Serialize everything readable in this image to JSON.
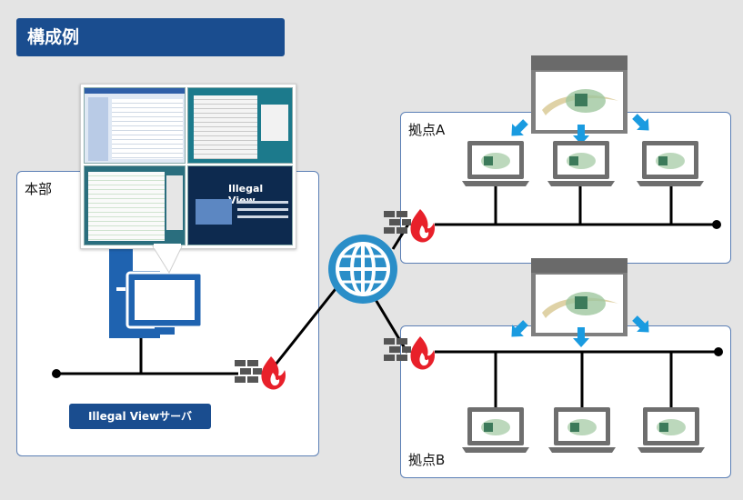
{
  "title": "構成例",
  "sites": {
    "hq": {
      "label": "本部"
    },
    "branch_a": {
      "label": "拠点A"
    },
    "branch_b": {
      "label": "拠点B"
    }
  },
  "server": {
    "label": "Illegal Viewサーバ"
  },
  "product": {
    "name": "Illegal View"
  },
  "colors": {
    "title_bg": "#1a4d8f",
    "box_border": "#5b7fb5",
    "pc_blue": "#1f63b0",
    "globe": "#2a8ec8",
    "flame": "#e8202a",
    "arrow": "#1a9be0"
  },
  "icons": [
    "desktop-pc-icon",
    "globe-icon",
    "firewall-icon",
    "laptop-icon",
    "display-monitor-icon",
    "arrow-icon"
  ]
}
